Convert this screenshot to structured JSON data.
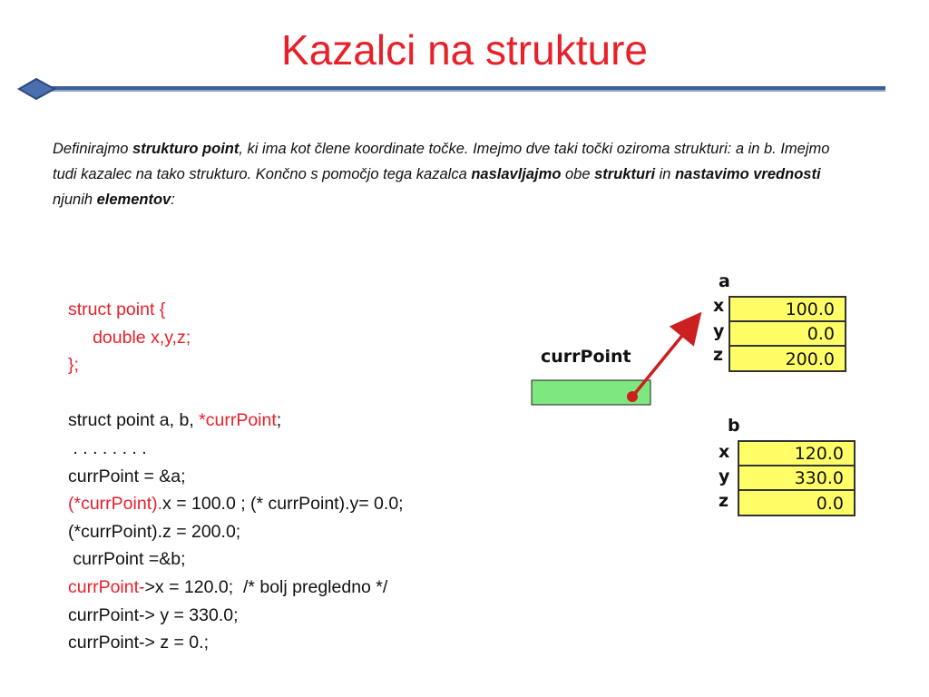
{
  "slide": {
    "title": "Kazalci na strukture"
  },
  "intro": {
    "p1": "Definirajmo ",
    "b1": "strukturo point",
    "p2": ", ki ima kot člene koordinate točke. Imejmo dve taki točki oziroma strukturi: a in b. Imejmo tudi kazalec na tako strukturo. Končno s pomočjo tega kazalca ",
    "b2": "naslavljajmo",
    "p3": " obe ",
    "b3": "strukturi",
    "p4": " in ",
    "b4": "nastavimo vrednosti",
    "p5": " njunih ",
    "b5": "elementov",
    "p6": ":"
  },
  "code": {
    "l1": "struct point {",
    "l2": "     double x,y,z;",
    "l3": "};",
    "l5a": "struct point a, b, ",
    "l5b": "*currPoint",
    "l5c": ";",
    "l6": " . . . . . . . .",
    "l7": "currPoint = &a;",
    "l8a": "(*currPoint).",
    "l8b": "x = 100.0 ; (* currPoint).y= 0.0;",
    "l9": "(*currPoint).z = 200.0;",
    "l10": " currPoint =&b;",
    "l11a": "currPoint-",
    "l11b": ">x = 120.0;  /* bolj pregledno */",
    "l12": "currPoint-> y = 330.0;",
    "l13": "currPoint-> z = 0.;"
  },
  "diagram": {
    "pointer_label": "currPoint",
    "struct_a": {
      "name": "a",
      "fields": [
        "x",
        "y",
        "z"
      ],
      "values": [
        "100.0",
        "0.0",
        "200.0"
      ]
    },
    "struct_b": {
      "name": "b",
      "fields": [
        "x",
        "y",
        "z"
      ],
      "values": [
        "120.0",
        "330.0",
        "0.0"
      ]
    },
    "colors": {
      "cell_fill": "#fffe66",
      "pointer_fill": "#7fe77f",
      "arrow": "#cc1f1f",
      "title": "#e8202a",
      "divider": "#3c5f98"
    }
  }
}
